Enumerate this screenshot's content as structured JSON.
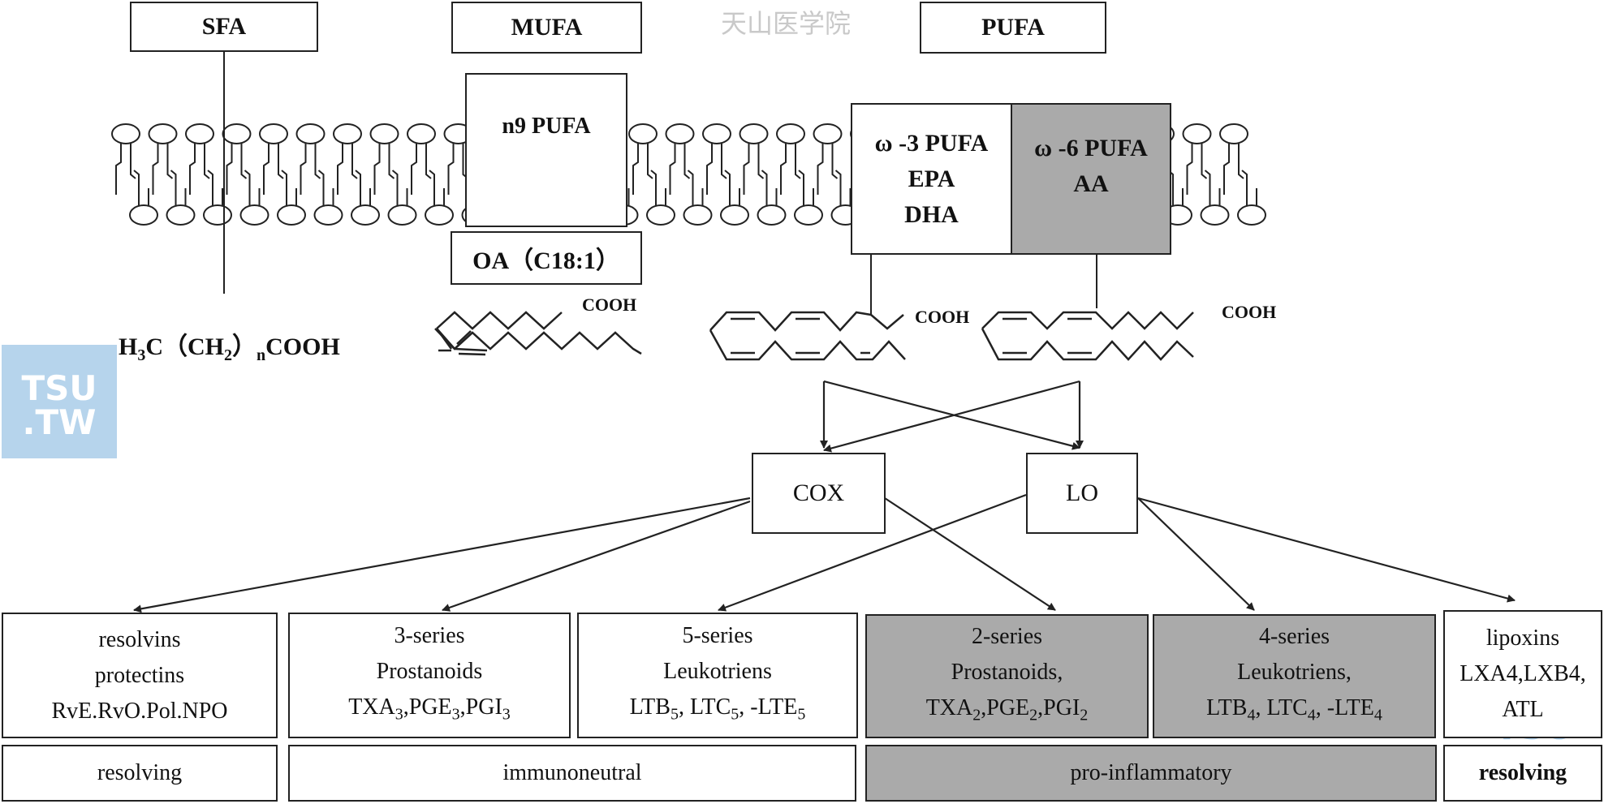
{
  "watermark": "天山医学院",
  "badges": {
    "tsu_line1": "TSU",
    "tsu_line2": ".TW"
  },
  "headers": {
    "sfa": "SFA",
    "mufa": "MUFA",
    "pufa": "PUFA"
  },
  "membrane_boxes": {
    "n9": "n9 PUFA",
    "oa": "OA（C18:1）",
    "w3": {
      "title": "ω -3 PUFA",
      "line2": "EPA",
      "line3": "DHA"
    },
    "w6": {
      "title": "ω -6 PUFA",
      "line2": "AA"
    }
  },
  "formula": {
    "a": "H",
    "a_sub": "3",
    "b": "C（CH",
    "b_sub": "2",
    "c": "）",
    "c_sub": "n",
    "d": "COOH"
  },
  "cooh_labels": [
    "COOH",
    "COOH",
    "COOH"
  ],
  "enzymes": {
    "cox": "COX",
    "lo": "LO"
  },
  "products": [
    {
      "l1": "resolvins",
      "l2": "protectins",
      "l3": "RvE.RvO.Pol.NPO"
    },
    {
      "l1": "3-series",
      "l2": "Prostanoids",
      "l3_parts": [
        "TXA",
        "3",
        ",PGE",
        "3",
        ",PGI",
        "3"
      ]
    },
    {
      "l1": "5-series",
      "l2": "Leukotriens",
      "l3_parts": [
        "LTB",
        "5",
        ", LTC",
        "5",
        ", -LTE",
        "5"
      ]
    },
    {
      "l1": "2-series",
      "l2": "Prostanoids,",
      "l3_parts": [
        "TXA",
        "2",
        ",PGE",
        "2",
        ",PGI",
        "2"
      ]
    },
    {
      "l1": "4-series",
      "l2": "Leukotriens,",
      "l3_parts": [
        "LTB",
        "4",
        ", LTC",
        "4",
        ", -LTE",
        "4"
      ]
    },
    {
      "l1": "lipoxins",
      "l2": "LXA4,LXB4,",
      "l3": "ATL"
    }
  ],
  "categories": [
    "resolving",
    "immunoneutral",
    "pro-inflammatory",
    "resolving"
  ],
  "colors": {
    "stroke": "#222222",
    "grey_fill": "#aaaaaa",
    "tsu_blue": "#aacdea",
    "watermark": "#c9c9c9"
  }
}
